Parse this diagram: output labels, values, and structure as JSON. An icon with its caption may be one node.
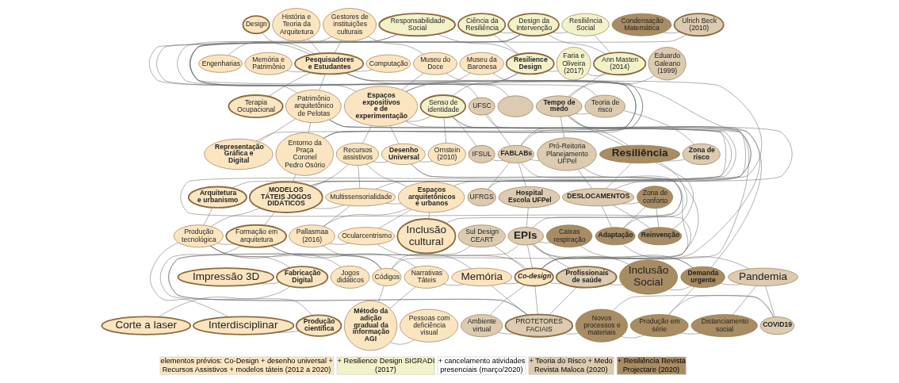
{
  "diagram": {
    "nodes": [
      {
        "text": [
          "Design"
        ]
      },
      {
        "text": [
          "Memória e Patrimônio"
        ]
      },
      {
        "text": [
          "História e Teoria da Arquitetura"
        ]
      },
      {
        "text": [
          "Gestores de instituições culturais"
        ]
      },
      {
        "text": [
          "Engenharias"
        ]
      },
      {
        "text": [
          "Pesquisadores e Estudantes"
        ]
      },
      {
        "text": [
          "Computação"
        ]
      },
      {
        "text": [
          "Terapia Ocupacional"
        ]
      },
      {
        "text": [
          "Museu do Doce"
        ]
      },
      {
        "text": [
          "Museu da Baronesa"
        ]
      },
      {
        "text": [
          "Patrimônio arquitetônico de Pelotas"
        ]
      },
      {
        "text": [
          "Representação Gráfica e Digital"
        ]
      },
      {
        "text": [
          "Entorno da Praça Coronel Pedro Osório"
        ]
      },
      {
        "text": [
          "Arquitetura e urbanismo"
        ]
      },
      {
        "text": [
          "MODELOS TÁTEIS JOGOS DIDÁTICOS"
        ]
      },
      {
        "text": [
          "Recursos assistivos"
        ]
      },
      {
        "text": [
          "Multissensorialidade"
        ]
      },
      {
        "text": [
          "Produção tecnológica"
        ]
      },
      {
        "text": [
          "Formação em arquitetura"
        ]
      },
      {
        "text": [
          "Impressão 3D"
        ]
      },
      {
        "text": [
          "Fabricação Digital"
        ]
      },
      {
        "text": [
          "Jogos didáticos"
        ]
      },
      {
        "text": [
          "Corte a laser"
        ]
      },
      {
        "text": [
          "Interdisciplinar"
        ]
      },
      {
        "text": [
          "Produção científica"
        ]
      },
      {
        "text": [
          "Narrativas Táteis"
        ]
      },
      {
        "text": [
          "Códigos"
        ]
      },
      {
        "text": [
          "Pallasmaa (2016)"
        ]
      },
      {
        "text": [
          "Memória"
        ]
      },
      {
        "text": [
          "Método da adição gradual da informação AGI"
        ]
      },
      {
        "text": [
          "Pessoas com deficiência visual"
        ]
      },
      {
        "text": [
          "Responsabilidade Social"
        ]
      },
      {
        "text": [
          "Espaços expositivos e de experimentação"
        ]
      },
      {
        "text": [
          "Resilience Design"
        ]
      },
      {
        "text": [
          "Ciência da Resiliência"
        ]
      },
      {
        "text": [
          "Senso de identidade"
        ]
      },
      {
        "text": [
          "Desenho Universal"
        ]
      },
      {
        "text": [
          "Ornstein (2010)"
        ]
      },
      {
        "text": [
          "Espaços arquitetônicos e urbanos"
        ]
      },
      {
        "text": [
          "Ocularcentrismo"
        ]
      },
      {
        "text": [
          "Inclusão cultural"
        ]
      },
      {
        "text": [
          "Co-design"
        ]
      },
      {
        "text": [
          "Ambiente virtual"
        ]
      },
      {
        "text": [
          "Design da Intervenção"
        ]
      },
      {
        "text": [
          "Resiliência Social"
        ]
      },
      {
        "text": [
          "Faria e Oliveira (2017)"
        ]
      },
      {
        "text": [
          "Ann Masten (2014)"
        ]
      },
      {
        "text": [
          "UFSC"
        ]
      },
      {
        "text": [
          "IFSUL"
        ]
      },
      {
        "text": [
          "UFRGS"
        ]
      },
      {
        "text": [],
        "shape": "ellipse"
      },
      {
        "text": [
          "FABLABs"
        ]
      },
      {
        "text": [
          "Sul Design CEART"
        ]
      },
      {
        "text": [
          "Hospital Escola UFPel"
        ]
      },
      {
        "text": [
          "Profissionais de saúde"
        ]
      },
      {
        "text": [
          "PROTETORES FACIAIS"
        ]
      },
      {
        "text": [
          "EPIs"
        ]
      },
      {
        "text": [
          "Inclusão Social"
        ]
      },
      {
        "text": [
          "Condensação Matemática"
        ]
      },
      {
        "text": [
          "Ulrich Beck (2010)"
        ]
      },
      {
        "text": [
          "Eduardo Galeano (1999)"
        ]
      },
      {
        "text": [
          "Teoria de risco"
        ]
      },
      {
        "text": [
          "Tempo de medo"
        ]
      },
      {
        "text": [
          "Pró-Reitoria Planejamento UFPel"
        ]
      },
      {
        "text": [
          "Resiliência"
        ]
      },
      {
        "text": [
          "Zona de risco"
        ]
      },
      {
        "text": [
          "DESLOCAMENTOS"
        ]
      },
      {
        "text": [
          "Zona de conforto"
        ]
      },
      {
        "text": [
          "Caixas respiração"
        ]
      },
      {
        "text": [
          "Adaptação"
        ]
      },
      {
        "text": [
          "Reinvenção"
        ]
      },
      {
        "text": [
          "Demanda urgente"
        ]
      },
      {
        "text": [
          "Pandemia"
        ]
      },
      {
        "text": [
          "Novos processos e materiais"
        ]
      },
      {
        "text": [
          "Produção em série"
        ]
      },
      {
        "text": [
          "Distanciamento social"
        ]
      },
      {
        "text": [
          "COVID19"
        ]
      }
    ],
    "edges": [
      {
        "from": 5,
        "to": 0,
        "arrow": "none"
      },
      {
        "from": 5,
        "to": 1,
        "arrow": "none"
      },
      {
        "from": 5,
        "to": 2,
        "arrow": "none"
      },
      {
        "from": 5,
        "to": 3,
        "arrow": "none"
      },
      {
        "from": 5,
        "to": 4,
        "arrow": "none"
      },
      {
        "from": 5,
        "to": 6,
        "arrow": "none"
      },
      {
        "from": 5,
        "to": 7,
        "arrow": "none"
      },
      {
        "from": 5,
        "to": 11,
        "arrow": "none"
      },
      {
        "from": 5,
        "to": 13,
        "arrow": "none"
      },
      {
        "from": 5,
        "to": 10,
        "arrow": "none"
      },
      {
        "from": 5,
        "to": 14,
        "arrow": "none"
      },
      {
        "from": 3,
        "to": 10,
        "arrow": "none"
      },
      {
        "from": 3,
        "to": 8,
        "arrow": "none"
      },
      {
        "from": 10,
        "to": 11,
        "arrow": "none"
      },
      {
        "from": 10,
        "to": 14,
        "arrow": "none"
      },
      {
        "from": 10,
        "to": 12,
        "arrow": "none"
      },
      {
        "from": 10,
        "to": 16,
        "arrow": "none"
      },
      {
        "from": 10,
        "to": 26,
        "arrow": "none"
      },
      {
        "from": 8,
        "to": 12,
        "arrow": "none"
      },
      {
        "from": 8,
        "to": 32,
        "arrow": "none"
      },
      {
        "from": 9,
        "to": 32,
        "arrow": "none"
      },
      {
        "from": 9,
        "to": 12,
        "arrow": "none"
      },
      {
        "from": 31,
        "to": 12,
        "arrow": "none"
      },
      {
        "from": 31,
        "to": 32,
        "arrow": "none"
      },
      {
        "from": 31,
        "to": 33,
        "arrow": "none"
      },
      {
        "from": 14,
        "to": 17,
        "arrow": "none"
      },
      {
        "from": 14,
        "to": 16,
        "arrow": "none"
      },
      {
        "from": 14,
        "to": 18,
        "arrow": "none"
      },
      {
        "from": 14,
        "to": 12,
        "arrow": "none"
      },
      {
        "from": 14,
        "to": 15,
        "arrow": "none"
      },
      {
        "from": 13,
        "to": 17,
        "arrow": "none"
      },
      {
        "from": 17,
        "to": 20,
        "arrow": "none"
      },
      {
        "from": 17,
        "to": 21,
        "arrow": "none"
      },
      {
        "from": 17,
        "to": 23,
        "arrow": "none"
      },
      {
        "from": 17,
        "to": 18,
        "arrow": "none"
      },
      {
        "from": 17,
        "to": 26,
        "arrow": "none"
      },
      {
        "from": 19,
        "to": 20,
        "arrow": "none"
      },
      {
        "from": 20,
        "to": 22,
        "arrow": "none"
      },
      {
        "from": 23,
        "to": 24,
        "arrow": "none"
      },
      {
        "from": 18,
        "to": 24,
        "arrow": "none"
      },
      {
        "from": 18,
        "to": 25,
        "arrow": "none"
      },
      {
        "from": 18,
        "to": 26,
        "arrow": "none"
      },
      {
        "from": 26,
        "to": 28,
        "arrow": "none"
      },
      {
        "from": 26,
        "to": 29,
        "arrow": "none"
      },
      {
        "from": 26,
        "to": 27,
        "arrow": "none"
      },
      {
        "from": 25,
        "to": 28,
        "arrow": "none"
      },
      {
        "from": 25,
        "to": 29,
        "arrow": "none"
      },
      {
        "from": 27,
        "to": 16,
        "arrow": "none"
      },
      {
        "from": 27,
        "to": 38,
        "arrow": "none"
      },
      {
        "from": 27,
        "to": 39,
        "arrow": "none"
      },
      {
        "from": 28,
        "to": 41,
        "arrow": "none"
      },
      {
        "from": 28,
        "to": 55,
        "arrow": "none"
      },
      {
        "from": 29,
        "to": 30,
        "arrow": "none"
      },
      {
        "from": 16,
        "to": 38,
        "arrow": "none"
      },
      {
        "from": 16,
        "to": 15,
        "arrow": "none"
      },
      {
        "from": 15,
        "to": 32,
        "arrow": "none"
      },
      {
        "from": 15,
        "to": 36,
        "arrow": "none"
      },
      {
        "from": 15,
        "to": 38,
        "arrow": "none"
      },
      {
        "from": 32,
        "to": 35,
        "arrow": "none"
      },
      {
        "from": 32,
        "to": 36,
        "arrow": "none"
      },
      {
        "from": 32,
        "to": 38,
        "arrow": "none"
      },
      {
        "from": 32,
        "to": 33,
        "arrow": "none"
      },
      {
        "from": 33,
        "to": 34,
        "arrow": "none"
      },
      {
        "from": 33,
        "to": 35,
        "arrow": "none"
      },
      {
        "from": 33,
        "to": 45,
        "arrow": "none"
      },
      {
        "from": 34,
        "to": 43,
        "arrow": "none"
      },
      {
        "from": 35,
        "to": 37,
        "arrow": "none"
      },
      {
        "from": 35,
        "to": 48,
        "arrow": "none"
      },
      {
        "from": 35,
        "to": 49,
        "arrow": "none"
      },
      {
        "from": 35,
        "to": 41,
        "arrow": "none"
      },
      {
        "from": 36,
        "to": 37,
        "arrow": "none"
      },
      {
        "from": 36,
        "to": 41,
        "arrow": "none"
      },
      {
        "from": 36,
        "to": 40,
        "arrow": "none"
      },
      {
        "from": 38,
        "to": 39,
        "arrow": "none"
      },
      {
        "from": 38,
        "to": 40,
        "arrow": "none"
      },
      {
        "from": 39,
        "to": 41,
        "arrow": "none"
      },
      {
        "from": 41,
        "to": 54,
        "arrow": "none"
      },
      {
        "from": 41,
        "to": 42,
        "arrow": "none"
      },
      {
        "from": 41,
        "to": 47,
        "arrow": "none"
      },
      {
        "from": 41,
        "to": 51,
        "arrow": "none"
      },
      {
        "from": 41,
        "to": 52,
        "arrow": "none"
      },
      {
        "from": 41,
        "to": 55,
        "arrow": "none"
      },
      {
        "from": 41,
        "to": 56,
        "arrow": "none"
      },
      {
        "from": 42,
        "to": 55,
        "arrow": "none"
      },
      {
        "from": 43,
        "to": 44,
        "arrow": "none"
      },
      {
        "from": 43,
        "to": 46,
        "arrow": "none"
      },
      {
        "from": 43,
        "to": 47,
        "arrow": "none"
      },
      {
        "from": 43,
        "to": 50,
        "arrow": "none"
      },
      {
        "from": 43,
        "to": 51,
        "arrow": "none"
      },
      {
        "from": 44,
        "to": 46,
        "arrow": "none"
      },
      {
        "from": 46,
        "to": 62,
        "arrow": "none"
      },
      {
        "from": 46,
        "to": 45,
        "arrow": "none"
      },
      {
        "from": 58,
        "to": 59,
        "arrow": "none"
      },
      {
        "from": 59,
        "to": 61,
        "arrow": "none"
      },
      {
        "from": 61,
        "to": 62,
        "arrow": "none"
      },
      {
        "from": 61,
        "to": 65,
        "arrow": "none"
      },
      {
        "from": 60,
        "to": 62,
        "arrow": "none"
      },
      {
        "from": 62,
        "to": 64,
        "arrow": "none"
      },
      {
        "from": 62,
        "to": 63,
        "arrow": "none"
      },
      {
        "from": 62,
        "to": 66,
        "arrow": "none"
      },
      {
        "from": 62,
        "to": 71,
        "arrow": "none"
      },
      {
        "from": 63,
        "to": 51,
        "arrow": "none"
      },
      {
        "from": 63,
        "to": 56,
        "arrow": "none"
      },
      {
        "from": 63,
        "to": 66,
        "arrow": "none"
      },
      {
        "from": 64,
        "to": 65,
        "arrow": "none"
      },
      {
        "from": 64,
        "to": 66,
        "arrow": "none"
      },
      {
        "from": 64,
        "to": 69,
        "arrow": "none"
      },
      {
        "from": 64,
        "to": 70,
        "arrow": "none"
      },
      {
        "from": 64,
        "to": 51,
        "arrow": "none"
      },
      {
        "from": 66,
        "to": 67,
        "arrow": "none"
      },
      {
        "from": 66,
        "to": 69,
        "arrow": "none"
      },
      {
        "from": 66,
        "to": 70,
        "arrow": "none"
      },
      {
        "from": 67,
        "to": 70,
        "arrow": "none"
      },
      {
        "from": 67,
        "to": 69,
        "arrow": "none"
      },
      {
        "from": 56,
        "to": 68,
        "arrow": "none"
      },
      {
        "from": 56,
        "to": 71,
        "arrow": "none"
      },
      {
        "from": 56,
        "to": 57,
        "arrow": "none"
      },
      {
        "from": 56,
        "to": 53,
        "arrow": "none"
      },
      {
        "from": 56,
        "to": 55,
        "arrow": "none"
      },
      {
        "from": 56,
        "to": 54,
        "arrow": "none"
      },
      {
        "from": 68,
        "to": 71,
        "arrow": "none"
      },
      {
        "from": 71,
        "to": 72,
        "arrow": "none"
      },
      {
        "from": 71,
        "to": 74,
        "arrow": "none"
      },
      {
        "from": 57,
        "to": 71,
        "arrow": "none"
      },
      {
        "from": 72,
        "to": 75,
        "arrow": "none"
      },
      {
        "from": 72,
        "to": 76,
        "arrow": "none"
      },
      {
        "from": 72,
        "to": 69,
        "arrow": "none"
      },
      {
        "from": 74,
        "to": 75,
        "arrow": "none"
      },
      {
        "from": 74,
        "to": 76,
        "arrow": "none"
      },
      {
        "from": 73,
        "to": 74,
        "arrow": "none"
      },
      {
        "from": 73,
        "to": 76,
        "arrow": "none"
      },
      {
        "from": 73,
        "to": 55,
        "arrow": "none"
      },
      {
        "from": 54,
        "to": 55,
        "arrow": "none"
      },
      {
        "from": 54,
        "to": 57,
        "arrow": "none"
      },
      {
        "from": 53,
        "to": 51,
        "arrow": "none"
      },
      {
        "from": 47,
        "to": 51,
        "arrow": "none"
      },
      {
        "from": 48,
        "to": 51,
        "arrow": "none"
      },
      {
        "from": 49,
        "to": 51,
        "arrow": "none"
      },
      {
        "from": 52,
        "to": 55,
        "arrow": "none"
      }
    ],
    "legend": [
      {
        "text": "elementos prévios: Co-Design + desenho universal + Recursos Assistivos + modelos táteis (2012 a 2020)",
        "color": "#fbe5c0"
      },
      {
        "text": "+ Resilience Design SIGRADI (2017)",
        "color": "#f3f1c9"
      },
      {
        "text": "+ cancelamento atividades presenciais (março/2020)",
        "color": "#ffffff"
      },
      {
        "text": "+ Teoria do Risco + Medo Revista Maloca (2020)",
        "color": "#dccbb0"
      },
      {
        "text": "+ Resiliência Revista Projectare (2020)",
        "color": "#a88c63"
      }
    ]
  }
}
